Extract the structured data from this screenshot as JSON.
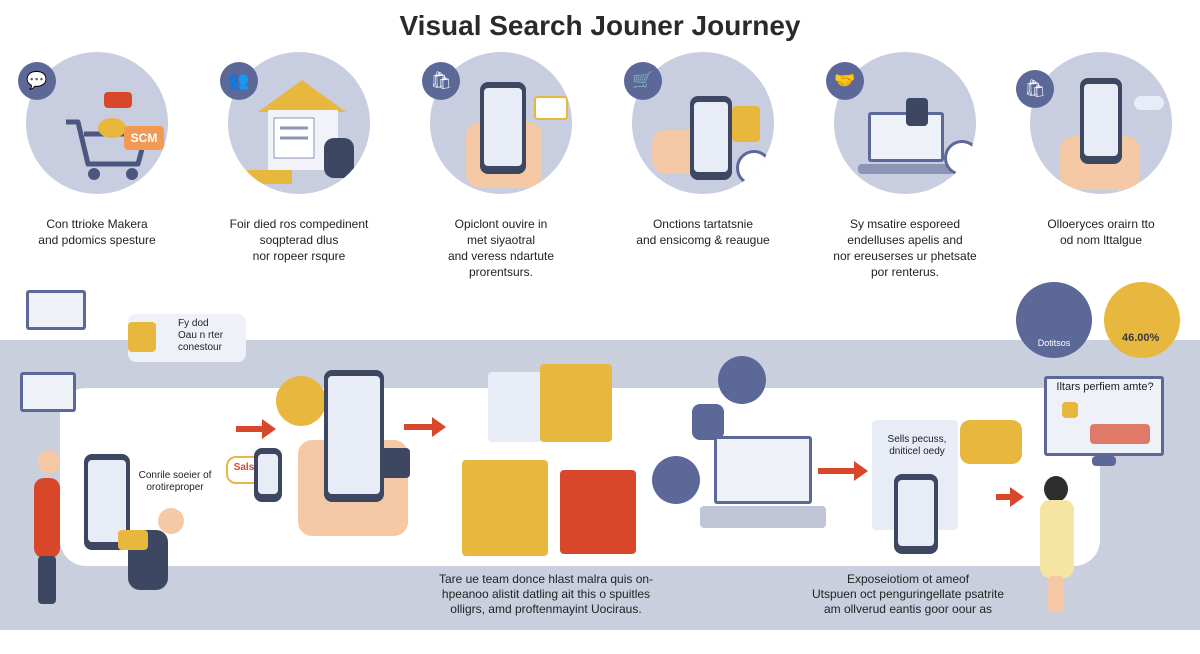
{
  "title": "Visual Search Jouner Journey",
  "steps": [
    {
      "label": "Con ttrioke Makera\nand pdomics spesture",
      "sticker": "SCM"
    },
    {
      "label": "Foir died ros compedinent\nsoqpterad dlus\nnor ropeer rsqure"
    },
    {
      "label": "Opiclont ouvire in\nmet siyaotral\nand veress ndartute\nprorentsurs."
    },
    {
      "label": "Onctions tartatsnie\nand ensicomg & reaugue"
    },
    {
      "label": "Sy msatire esporeed\nendelluses apelis and\nnor ereuserses ur phetsate\npor renterus."
    },
    {
      "label": "Olloeryces orairn tto\nod nom lttalgue"
    }
  ],
  "flow": {
    "note_top_left": "Fy dod\nOau n rter\nconestour",
    "left_callout": "Conrile soeier of\norotireproper",
    "sale_tag": "Sals",
    "laptop_note": "Sells pecuss,\ndniticel oedy",
    "right_chart_title": "Iltars perfiem amte?",
    "right_circle_label": "Dotitsos",
    "right_pct": "46.00%",
    "bottom_center": "Tare ue team donce hlast malra quis on-\nhpeanoo alistit datling ait this o spuitles\nolligrs, amd proftenmayint Uociraus.",
    "bottom_right": "Exposeiotiom ot ameof\nUtspuen oct penguringellate psatrite\nam ollverud eantis goor oour as"
  },
  "colors": {
    "band": "#c9cfdd",
    "circle": "#c8cde0",
    "accent_red": "#d9472b",
    "accent_yellow": "#e8b83e",
    "accent_navy": "#5b6898"
  }
}
